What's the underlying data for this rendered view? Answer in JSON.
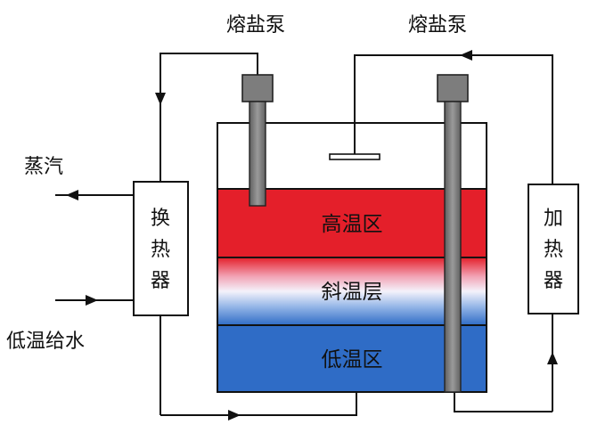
{
  "labels": {
    "pump_left": "熔盐泵",
    "pump_right": "熔盐泵",
    "steam": "蒸汽",
    "feedwater": "低温给水"
  },
  "heat_exchanger": {
    "chars": [
      "换",
      "热",
      "器"
    ]
  },
  "heater": {
    "chars": [
      "加",
      "热",
      "器"
    ]
  },
  "tank": {
    "zones": {
      "high": "高温区",
      "gradient": "斜温层",
      "low": "低温区"
    }
  },
  "colors": {
    "high_zone": "#e41f2a",
    "low_zone": "#2f6cc6",
    "pump_body": "#7d7d7d",
    "pipe": "#111111"
  }
}
